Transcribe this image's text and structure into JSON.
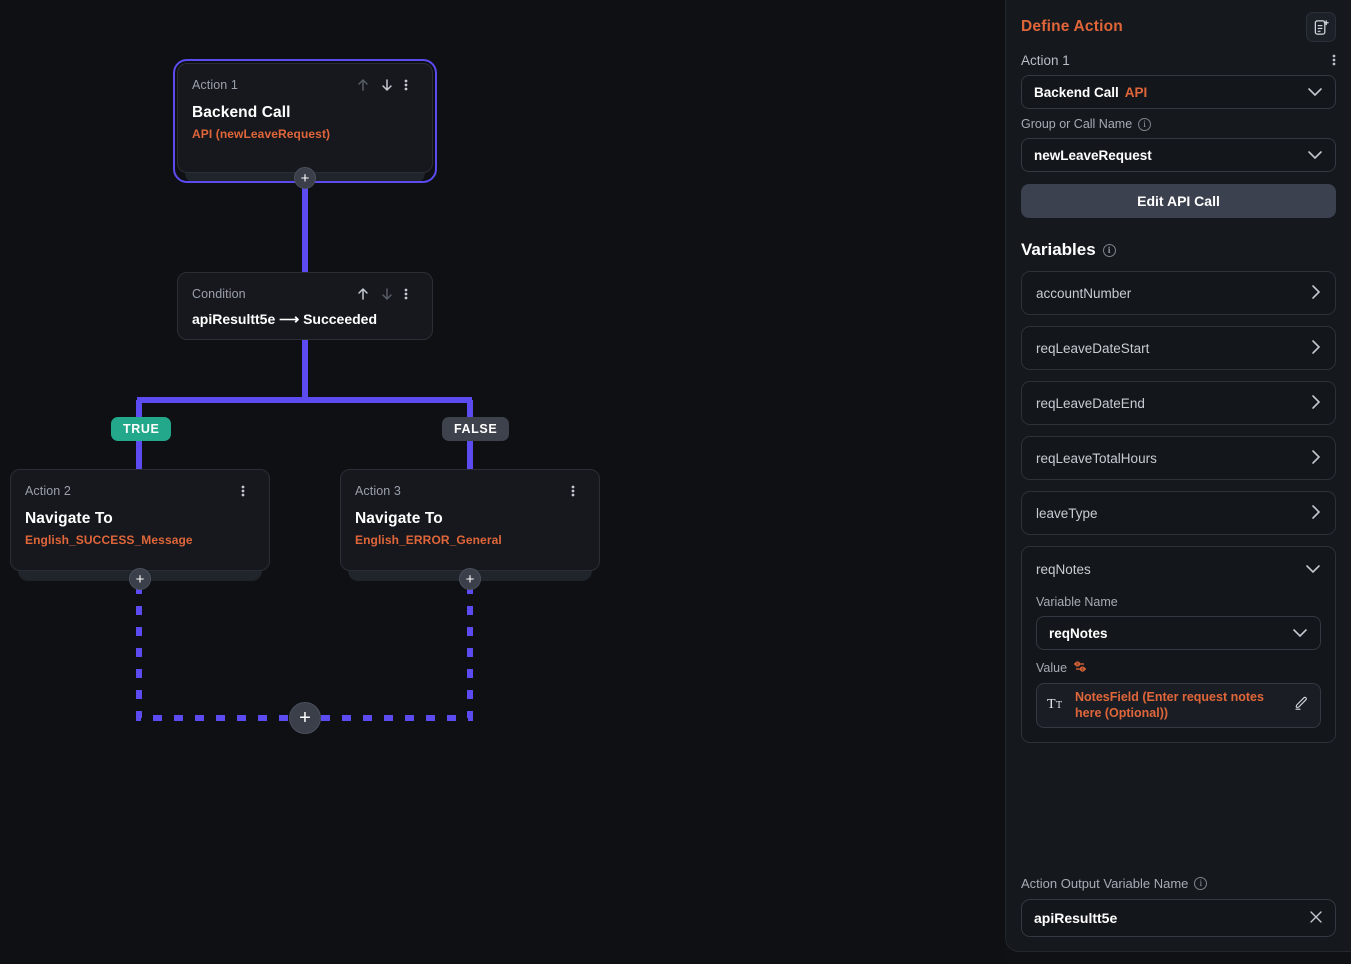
{
  "canvas": {
    "nodes": [
      {
        "id": "action-1",
        "kind": "Action 1",
        "title": "Backend Call",
        "subtitle": "API (newLeaveRequest)",
        "selected": true
      },
      {
        "id": "condition",
        "kind": "Condition",
        "condition": "apiResultt5e ⟶ Succeeded"
      },
      {
        "id": "action-2",
        "kind": "Action 2",
        "title": "Navigate To",
        "subtitle": "English_SUCCESS_Message"
      },
      {
        "id": "action-3",
        "kind": "Action 3",
        "title": "Navigate To",
        "subtitle": "English_ERROR_General"
      }
    ],
    "branches": {
      "true_label": "TRUE",
      "false_label": "FALSE"
    },
    "add_button_label": "+",
    "colors": {
      "edge": "#5b4bf0",
      "true_badge": "#23a88c",
      "false_badge": "#3d424d",
      "accent": "#e0663a"
    }
  },
  "panel": {
    "title": "Define Action",
    "header_icon": "add-document-icon",
    "action": {
      "label": "Action 1",
      "type_value": "Backend Call",
      "type_accent": "API",
      "group_label": "Group or Call Name",
      "group_value": "newLeaveRequest",
      "edit_button": "Edit API Call"
    },
    "variables": {
      "section_title": "Variables",
      "items": [
        {
          "name": "accountNumber",
          "expanded": false
        },
        {
          "name": "reqLeaveDateStart",
          "expanded": false
        },
        {
          "name": "reqLeaveDateEnd",
          "expanded": false
        },
        {
          "name": "reqLeaveTotalHours",
          "expanded": false
        },
        {
          "name": "leaveType",
          "expanded": false
        },
        {
          "name": "reqNotes",
          "expanded": true
        }
      ],
      "expanded_detail": {
        "variable_name_label": "Variable Name",
        "variable_name_value": "reqNotes",
        "value_label": "Value",
        "value_text": "NotesField (Enter request notes here (Optional))",
        "value_type_icon": "text-format-icon",
        "edit_icon": "pencil-icon",
        "settings_icon": "sliders-icon"
      }
    },
    "output": {
      "label": "Action Output Variable Name",
      "value": "apiResultt5e",
      "clear_icon": "close-icon"
    }
  }
}
